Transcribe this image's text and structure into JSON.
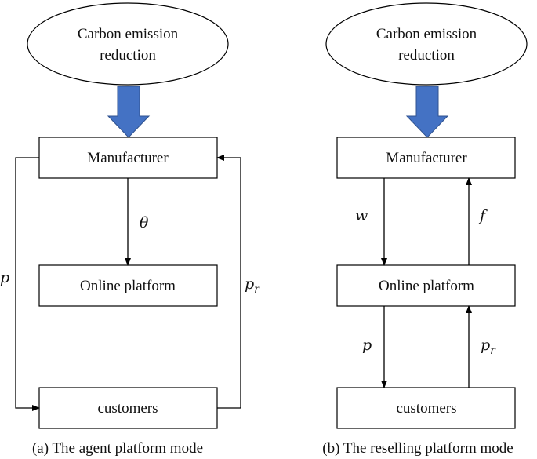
{
  "colors": {
    "arrow_blue": "#4472C4",
    "arrow_blue_stroke": "#2F528F"
  },
  "left": {
    "ellipse_line1": "Carbon emission",
    "ellipse_line2": "reduction",
    "manufacturer": "Manufacturer",
    "platform": "Online platform",
    "customers": "customers",
    "theta": "θ",
    "p": "p",
    "pr_base": "p",
    "pr_sub": "r",
    "caption": "(a) The agent platform mode"
  },
  "right": {
    "ellipse_line1": "Carbon emission",
    "ellipse_line2": "reduction",
    "manufacturer": "Manufacturer",
    "platform": "Online platform",
    "customers": "customers",
    "w": "w",
    "f": "f",
    "p": "p",
    "pr_base": "p",
    "pr_sub": "r",
    "caption": "(b) The reselling platform mode"
  }
}
